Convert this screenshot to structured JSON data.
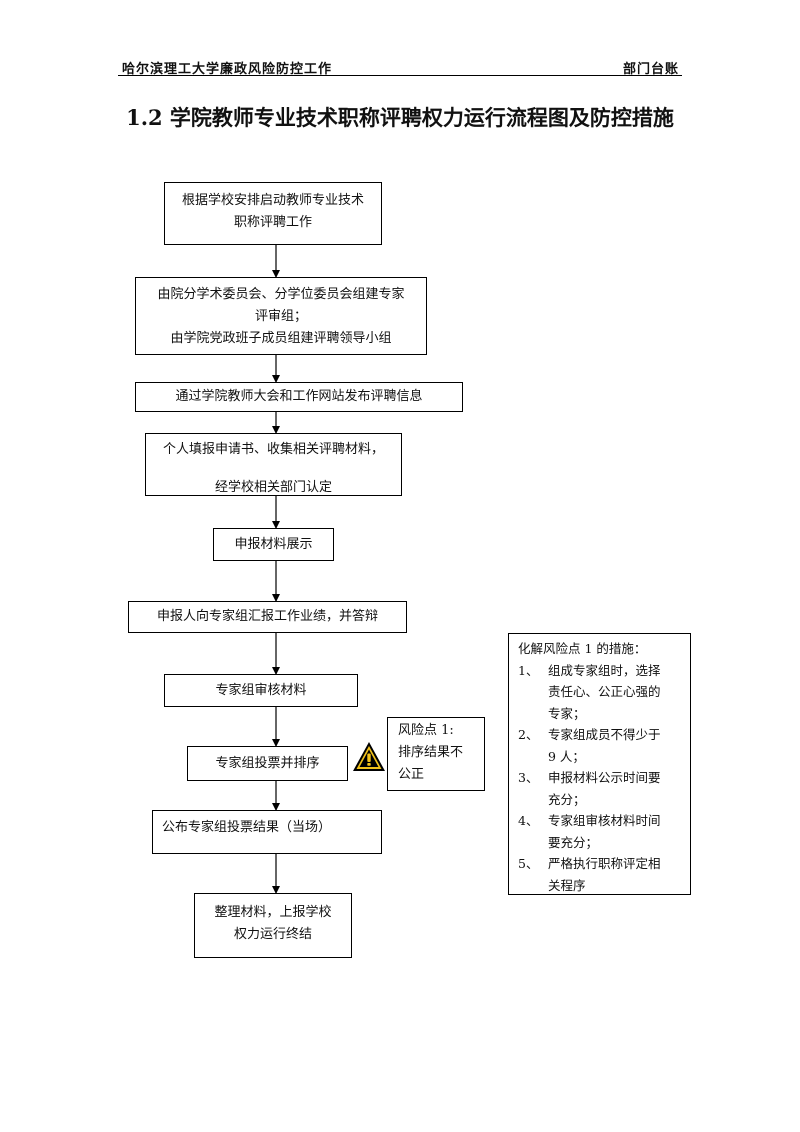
{
  "header": {
    "left": "哈尔滨理工大学廉政风险防控工作",
    "right": "部门台账"
  },
  "title": "1.2 学院教师专业技术职称评聘权力运行流程图及防控措施",
  "flow": {
    "step1": {
      "lines": [
        "根据学校安排启动教师专业技术",
        "职称评聘工作"
      ]
    },
    "step2": {
      "lines": [
        "由院分学术委员会、分学位委员会组建专家",
        "评审组；",
        "由学院党政班子成员组建评聘领导小组"
      ]
    },
    "step3": {
      "text": "通过学院教师大会和工作网站发布评聘信息"
    },
    "step4": {
      "lines": [
        "个人填报申请书、收集相关评聘材料，",
        "经学校相关部门认定"
      ]
    },
    "step5": {
      "text": "申报材料展示"
    },
    "step6": {
      "text": "申报人向专家组汇报工作业绩，并答辩"
    },
    "step7": {
      "text": "专家组审核材料"
    },
    "step8": {
      "text": "专家组投票并排序"
    },
    "step9": {
      "text": "公布专家组投票结果（当场）"
    },
    "step10": {
      "lines": [
        "整理材料，上报学校",
        "权力运行终结"
      ]
    }
  },
  "risk": {
    "icon": "warning-triangle-icon",
    "lines": [
      "风险点 1:",
      "排序结果不",
      "公正"
    ]
  },
  "measures": {
    "title": "化解风险点 1 的措施：",
    "items": [
      {
        "num": "1、",
        "lines": [
          "组成专家组时，选择",
          "责任心、公正心强的",
          "专家；"
        ]
      },
      {
        "num": "2、",
        "lines": [
          "专家组成员不得少于",
          "9 人；"
        ]
      },
      {
        "num": "3、",
        "lines": [
          "申报材料公示时间要",
          "充分；"
        ]
      },
      {
        "num": "4、",
        "lines": [
          "专家组审核材料时间",
          "要充分；"
        ]
      },
      {
        "num": "5、",
        "lines": [
          "严格执行职称评定相",
          "关程序"
        ]
      }
    ]
  },
  "colors": {
    "warning_fill": "#f2c21b",
    "line": "#000000"
  }
}
